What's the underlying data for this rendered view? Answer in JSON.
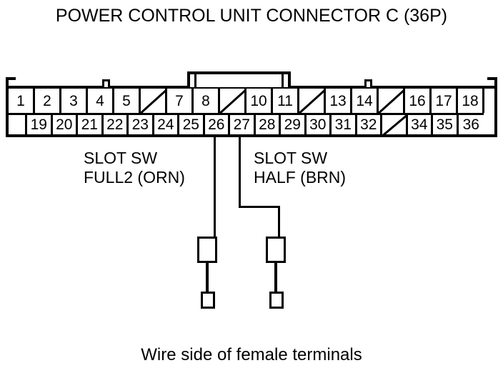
{
  "title": "POWER CONTROL UNIT CONNECTOR C (36P)",
  "caption": "Wire side of female terminals",
  "connector": {
    "name": "POWER CONTROL UNIT CONNECTOR C",
    "pin_count": "36P",
    "top_row": [
      {
        "label": "1",
        "blank": false
      },
      {
        "label": "2",
        "blank": false
      },
      {
        "label": "3",
        "blank": false
      },
      {
        "label": "4",
        "blank": false
      },
      {
        "label": "5",
        "blank": false
      },
      {
        "label": "",
        "blank": true
      },
      {
        "label": "7",
        "blank": false
      },
      {
        "label": "8",
        "blank": false
      },
      {
        "label": "",
        "blank": true
      },
      {
        "label": "10",
        "blank": false
      },
      {
        "label": "11",
        "blank": false
      },
      {
        "label": "",
        "blank": true
      },
      {
        "label": "13",
        "blank": false
      },
      {
        "label": "14",
        "blank": false
      },
      {
        "label": "",
        "blank": true
      },
      {
        "label": "16",
        "blank": false
      },
      {
        "label": "17",
        "blank": false
      },
      {
        "label": "18",
        "blank": false
      },
      {
        "label": "",
        "blank": false,
        "spacer": true
      }
    ],
    "bottom_row": [
      {
        "label": "",
        "blank": false,
        "spacer": true
      },
      {
        "label": "19",
        "blank": false
      },
      {
        "label": "20",
        "blank": false
      },
      {
        "label": "21",
        "blank": false
      },
      {
        "label": "22",
        "blank": false
      },
      {
        "label": "23",
        "blank": false
      },
      {
        "label": "24",
        "blank": false
      },
      {
        "label": "25",
        "blank": false
      },
      {
        "label": "26",
        "blank": false
      },
      {
        "label": "27",
        "blank": false
      },
      {
        "label": "28",
        "blank": false
      },
      {
        "label": "29",
        "blank": false
      },
      {
        "label": "30",
        "blank": false
      },
      {
        "label": "31",
        "blank": false
      },
      {
        "label": "32",
        "blank": false
      },
      {
        "label": "",
        "blank": true
      },
      {
        "label": "34",
        "blank": false
      },
      {
        "label": "35",
        "blank": false
      },
      {
        "label": "36",
        "blank": false
      }
    ]
  },
  "wires": [
    {
      "id": "slot-sw-full2",
      "line1": "SLOT SW",
      "line2": "FULL2 (ORN)",
      "color_code": "ORN",
      "pin": "26"
    },
    {
      "id": "slot-sw-half",
      "line1": "SLOT SW",
      "line2": "HALF (BRN)",
      "color_code": "BRN",
      "pin": "27"
    }
  ],
  "colors": {
    "line": "#000000",
    "background": "#ffffff"
  }
}
